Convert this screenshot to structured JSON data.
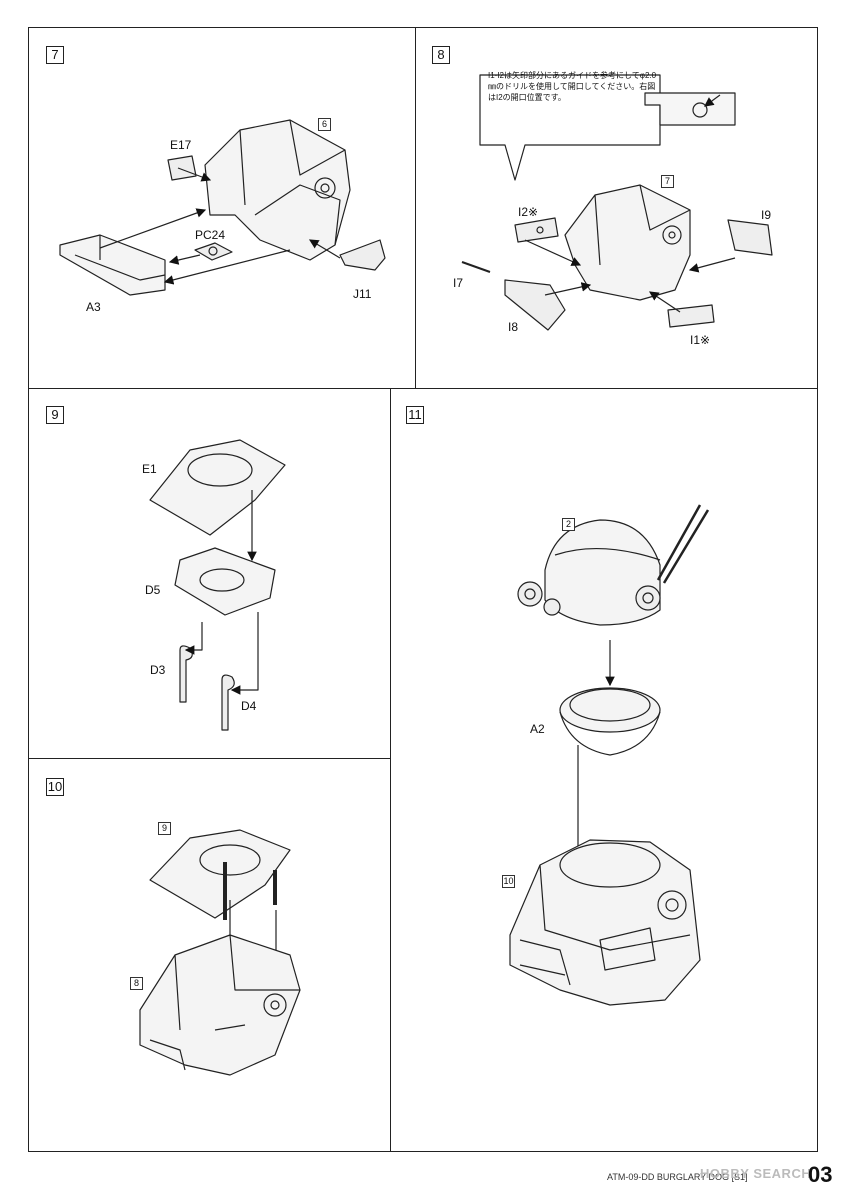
{
  "panels": {
    "p7": {
      "num": "7",
      "ref": "6",
      "labels": {
        "e17": "E17",
        "pc24": "PC24",
        "a3": "A3",
        "j11": "J11"
      }
    },
    "p8": {
      "num": "8",
      "ref": "7",
      "note": "I1·I2は矢印部分にあるガイドを参考にしてφ2.0㎜のドリルを使用して開口してください。右図はI2の開口位置です。",
      "labels": {
        "i2": "I2※",
        "i9": "I9",
        "i7": "I7",
        "i8": "I8",
        "i1": "I1※"
      }
    },
    "p9": {
      "num": "9",
      "labels": {
        "e1": "E1",
        "d5": "D5",
        "d3": "D3",
        "d4": "D4"
      }
    },
    "p10": {
      "num": "10",
      "ref_top": "9",
      "ref_bottom": "8"
    },
    "p11": {
      "num": "11",
      "ref_top": "2",
      "ref_bottom": "10",
      "labels": {
        "a2": "A2"
      }
    }
  },
  "footer": {
    "text": "ATM-09-DD BURGLARY DOG [S1]",
    "watermark": "HOBBY SEARCH",
    "page": "03"
  }
}
